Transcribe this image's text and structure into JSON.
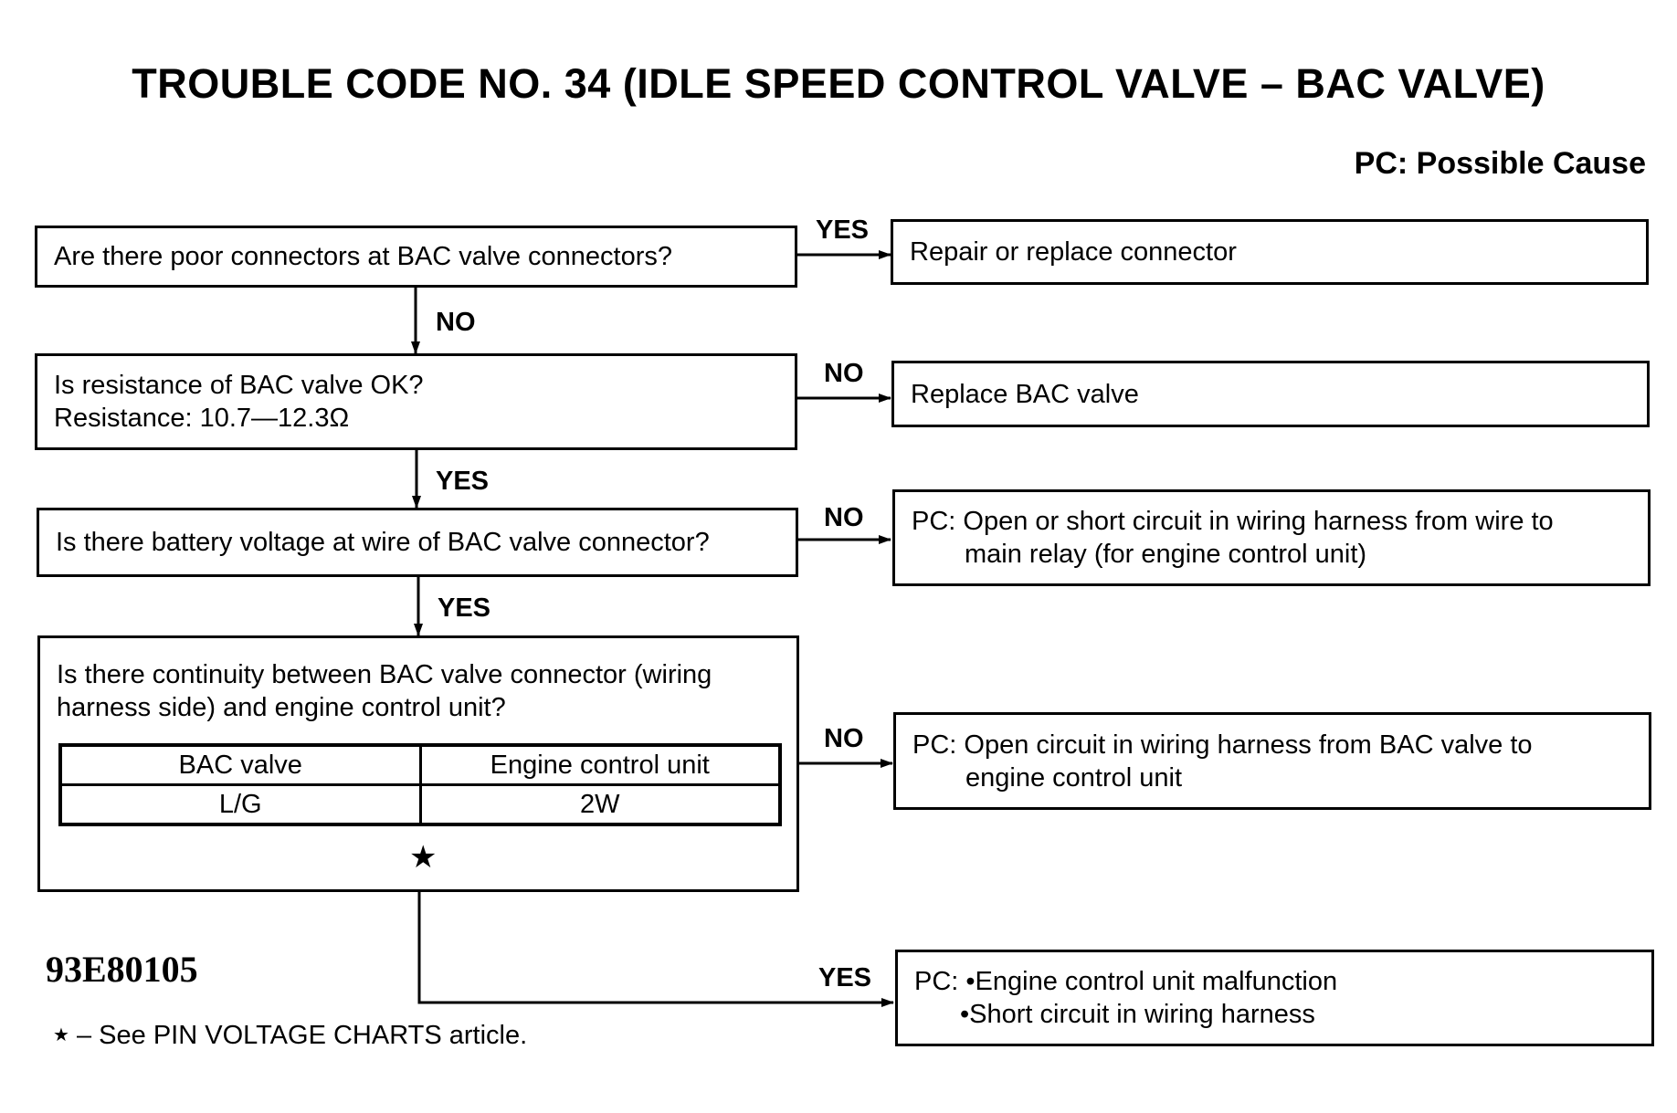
{
  "title": "TROUBLE CODE NO. 34 (IDLE SPEED CONTROL VALVE  –  BAC VALVE)",
  "legend": "PC: Possible Cause",
  "steps": [
    {
      "lines": [
        "Are there poor connectors at BAC valve connectors?"
      ]
    },
    {
      "lines": [
        "Is resistance of BAC valve OK?",
        "Resistance: 10.7—12.3Ω"
      ]
    },
    {
      "lines": [
        "Is there battery voltage at wire of BAC valve connector?"
      ]
    },
    {
      "lines": [
        "Is there continuity between BAC valve connector (wiring",
        "harness side) and engine control unit?"
      ],
      "table": {
        "headers": [
          "BAC valve",
          "Engine control unit"
        ],
        "row": [
          "L/G",
          "2W"
        ]
      },
      "star": "★"
    }
  ],
  "results": [
    {
      "lines": [
        "Repair or replace connector"
      ]
    },
    {
      "lines": [
        "Replace BAC valve"
      ]
    },
    {
      "lines": [
        "PC: Open or short circuit in wiring harness from wire to",
        "main relay (for engine control unit)"
      ]
    },
    {
      "lines": [
        "PC: Open circuit in wiring harness from BAC valve to",
        "engine control unit"
      ]
    },
    {
      "prefix": "PC:",
      "lines": [
        "•Engine control unit malfunction",
        "•Short circuit in wiring harness"
      ]
    }
  ],
  "branches": {
    "s1_right": "YES",
    "s1_down": "NO",
    "s2_right": "NO",
    "s2_down": "YES",
    "s3_right": "NO",
    "s3_down": "YES",
    "s4_right": "NO",
    "s4_down": "YES"
  },
  "figure_id": "93E80105",
  "footnote": {
    "star": "★",
    "text": " –  See PIN VOLTAGE CHARTS article."
  }
}
